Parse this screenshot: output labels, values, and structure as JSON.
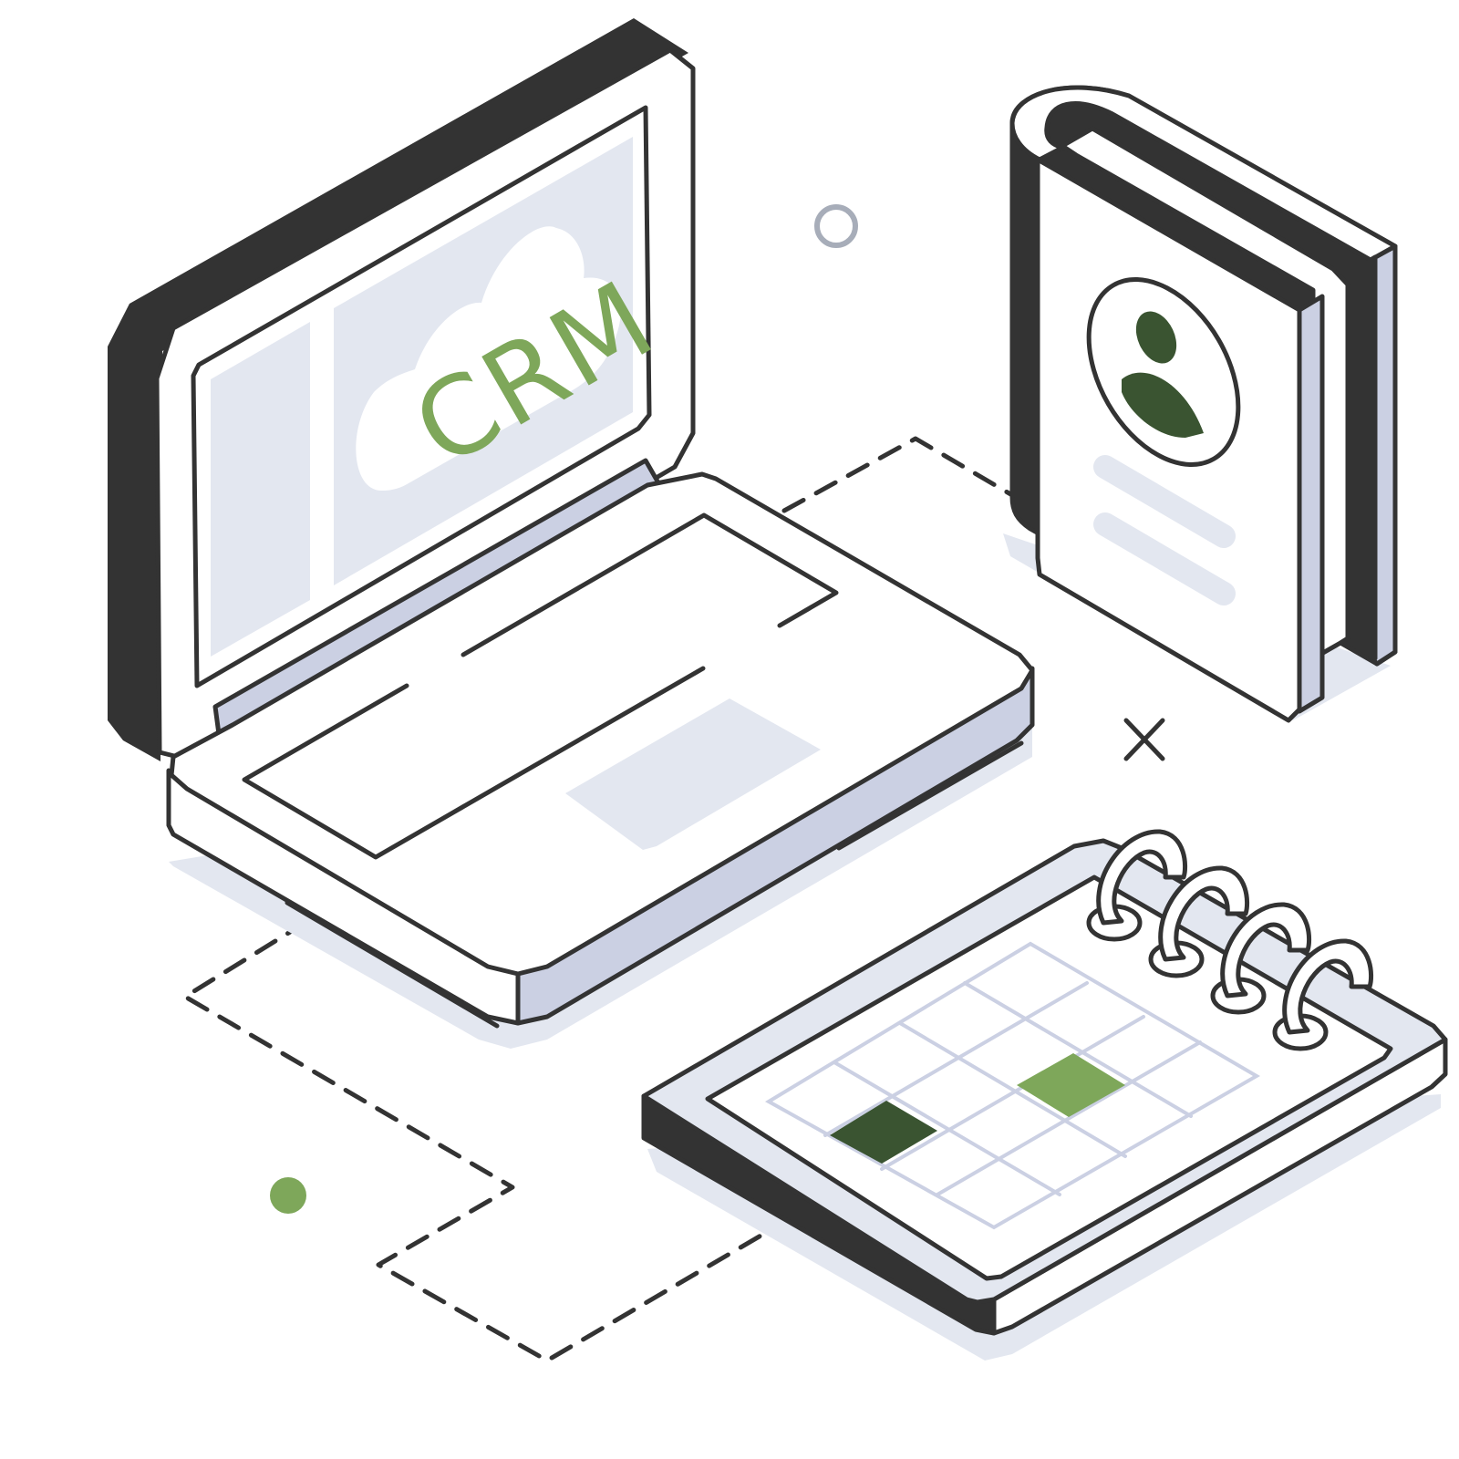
{
  "illustration": {
    "screen_text": "CRM"
  },
  "colors": {
    "ink": "#333333",
    "shadow": "#e3e7f0",
    "lavender": "#cbd0e3",
    "screen_panel": "#e3e7f0",
    "accent_green": "#7ea75a",
    "dark_green": "#3a5431",
    "white": "#ffffff",
    "ring_gray": "#a7adb9"
  },
  "icons": [
    "cloud-icon",
    "user-icon",
    "calendar-icon",
    "laptop-icon",
    "contact-book-icon",
    "close-x-icon"
  ],
  "calendar": {
    "rows": 4,
    "cols": 4,
    "highlighted_cells": [
      {
        "row": 1,
        "col": 2,
        "shade": "accent_green"
      },
      {
        "row": 3,
        "col": 1,
        "shade": "dark_green"
      }
    ]
  }
}
